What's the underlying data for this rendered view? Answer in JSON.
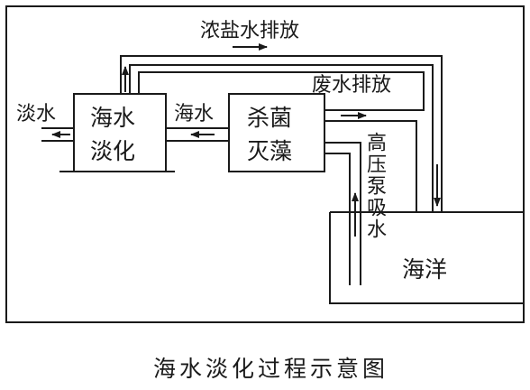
{
  "diagram": {
    "nodes": {
      "desal_box": {
        "line1": "海水",
        "line2": "淡化"
      },
      "sterilize_box": {
        "line1": "杀菌",
        "line2": "灭藻"
      },
      "ocean": {
        "label": "海洋"
      }
    },
    "edge_labels": {
      "fresh_water": "淡水",
      "seawater": "海水",
      "brine_discharge": "浓盐水排放",
      "waste_discharge": "废水排放",
      "pump_intake": "高压泵吸水"
    },
    "caption": "海水淡化过程示意图"
  }
}
